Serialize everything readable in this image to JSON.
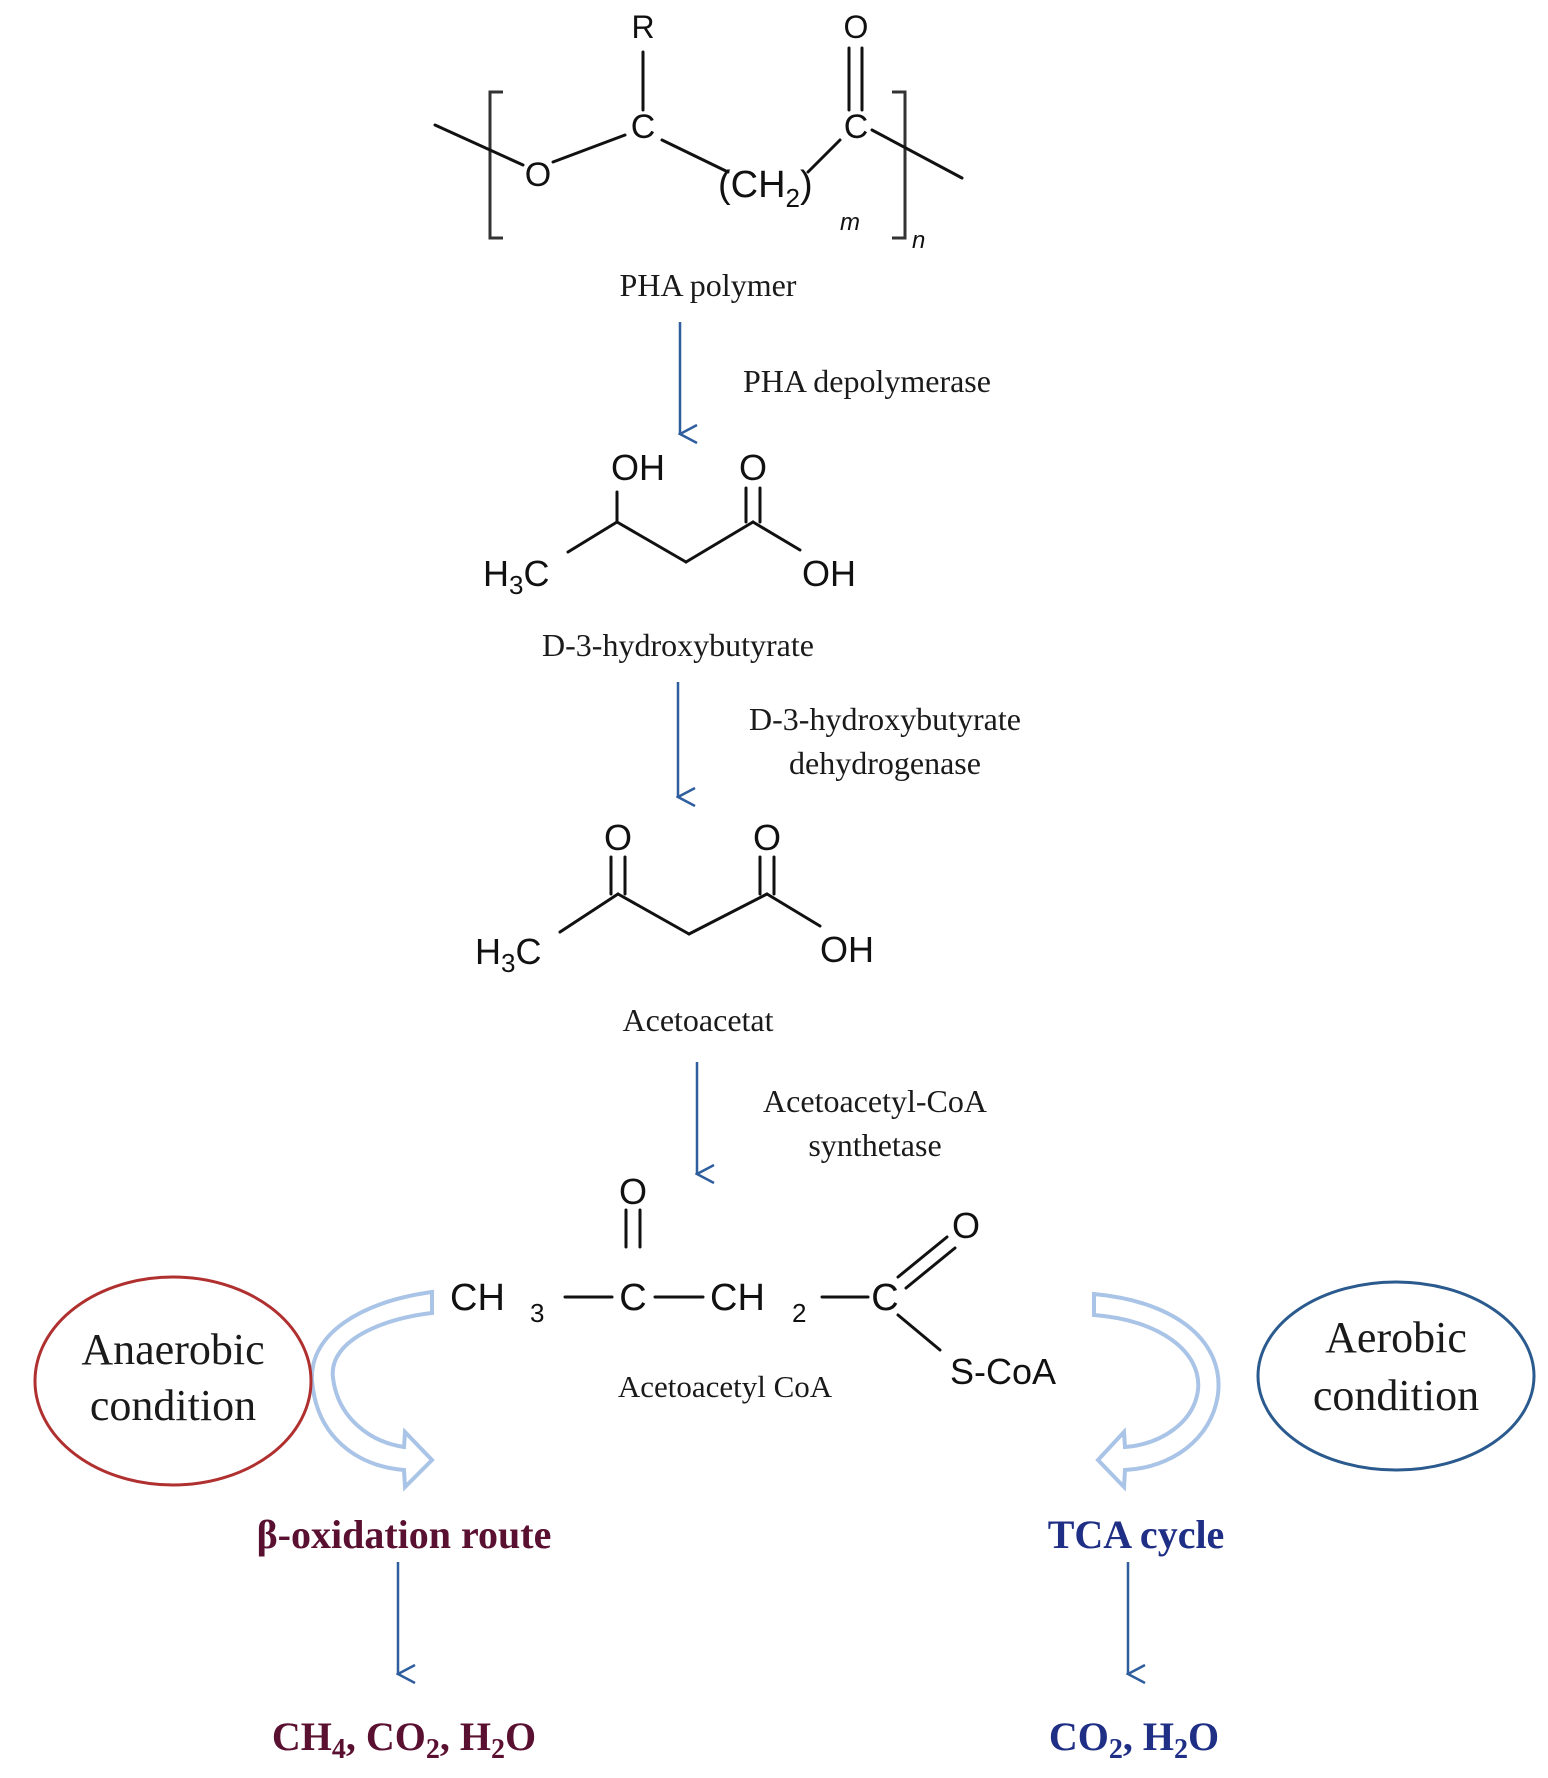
{
  "polymer": {
    "R": "R",
    "O": "O",
    "C1": "C",
    "C2": "C",
    "O_carbonyl": "O",
    "CH2_main": "CH",
    "CH2_sub": "2",
    "m": "m",
    "n": "n",
    "label": "PHA polymer"
  },
  "enzymes": {
    "step1": "PHA depolymerase",
    "step2_line1": "D-3-hydroxybutyrate",
    "step2_line2": "dehydrogenase",
    "step3_line1": "Acetoacetyl-CoA",
    "step3_line2": "synthetase"
  },
  "hydroxybutyrate": {
    "OH_top": "OH",
    "O_top": "O",
    "H3C_H": "H",
    "H3C_3": "3",
    "H3C_C": "C",
    "OH_right": "OH",
    "label": "D-3-hydroxybutyrate"
  },
  "acetoacetate": {
    "O_left": "O",
    "O_right": "O",
    "H3C_H": "H",
    "H3C_3": "3",
    "H3C_C": "C",
    "OH": "OH",
    "label": "Acetoacetat"
  },
  "acetoacetyl_coa": {
    "O_left": "O",
    "O_right": "O",
    "CH3_main": "CH",
    "CH3_sub": "3",
    "C1": "C",
    "CH2_main": "CH",
    "CH2_sub": "2",
    "C2": "C",
    "SCoA": "S-CoA",
    "label": "Acetoacetyl CoA"
  },
  "anaerobic": {
    "line1": "Anaerobic",
    "line2": "condition",
    "route": "β-oxidation route",
    "product_a": "CH",
    "product_a_sub": "4",
    "product_b": ", CO",
    "product_b_sub": "2",
    "product_c": ", H",
    "product_c_sub": "2",
    "product_d": "O"
  },
  "aerobic": {
    "line1": "Aerobic",
    "line2": "condition",
    "route": "TCA cycle",
    "product_a": "CO",
    "product_a_sub": "2",
    "product_b": ", H",
    "product_b_sub": "2",
    "product_c": "O"
  },
  "colors": {
    "arrow": "#2e5e9e",
    "anaerobic_circle": "#b03030",
    "aerobic_circle": "#2a5a8e",
    "anaerobic_text": "#5a1030",
    "aerobic_text": "#1f2f86",
    "curve_arrow": "#a9c4e6"
  }
}
